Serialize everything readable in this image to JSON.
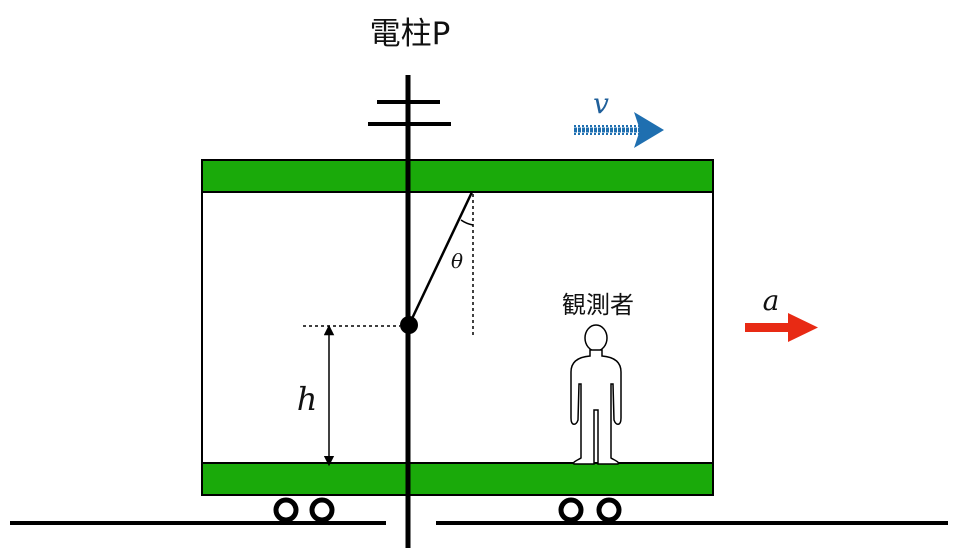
{
  "labels": {
    "pole": "電柱P",
    "observer": "観測者",
    "velocity": "v",
    "acceleration": "a",
    "angle": "θ",
    "height": "h"
  },
  "colors": {
    "train_band": "#1aaa0a",
    "velocity_arrow": "#1f6fb0",
    "velocity_label": "#1f5f9a",
    "acceleration_arrow": "#e82a14",
    "line": "#000000"
  }
}
